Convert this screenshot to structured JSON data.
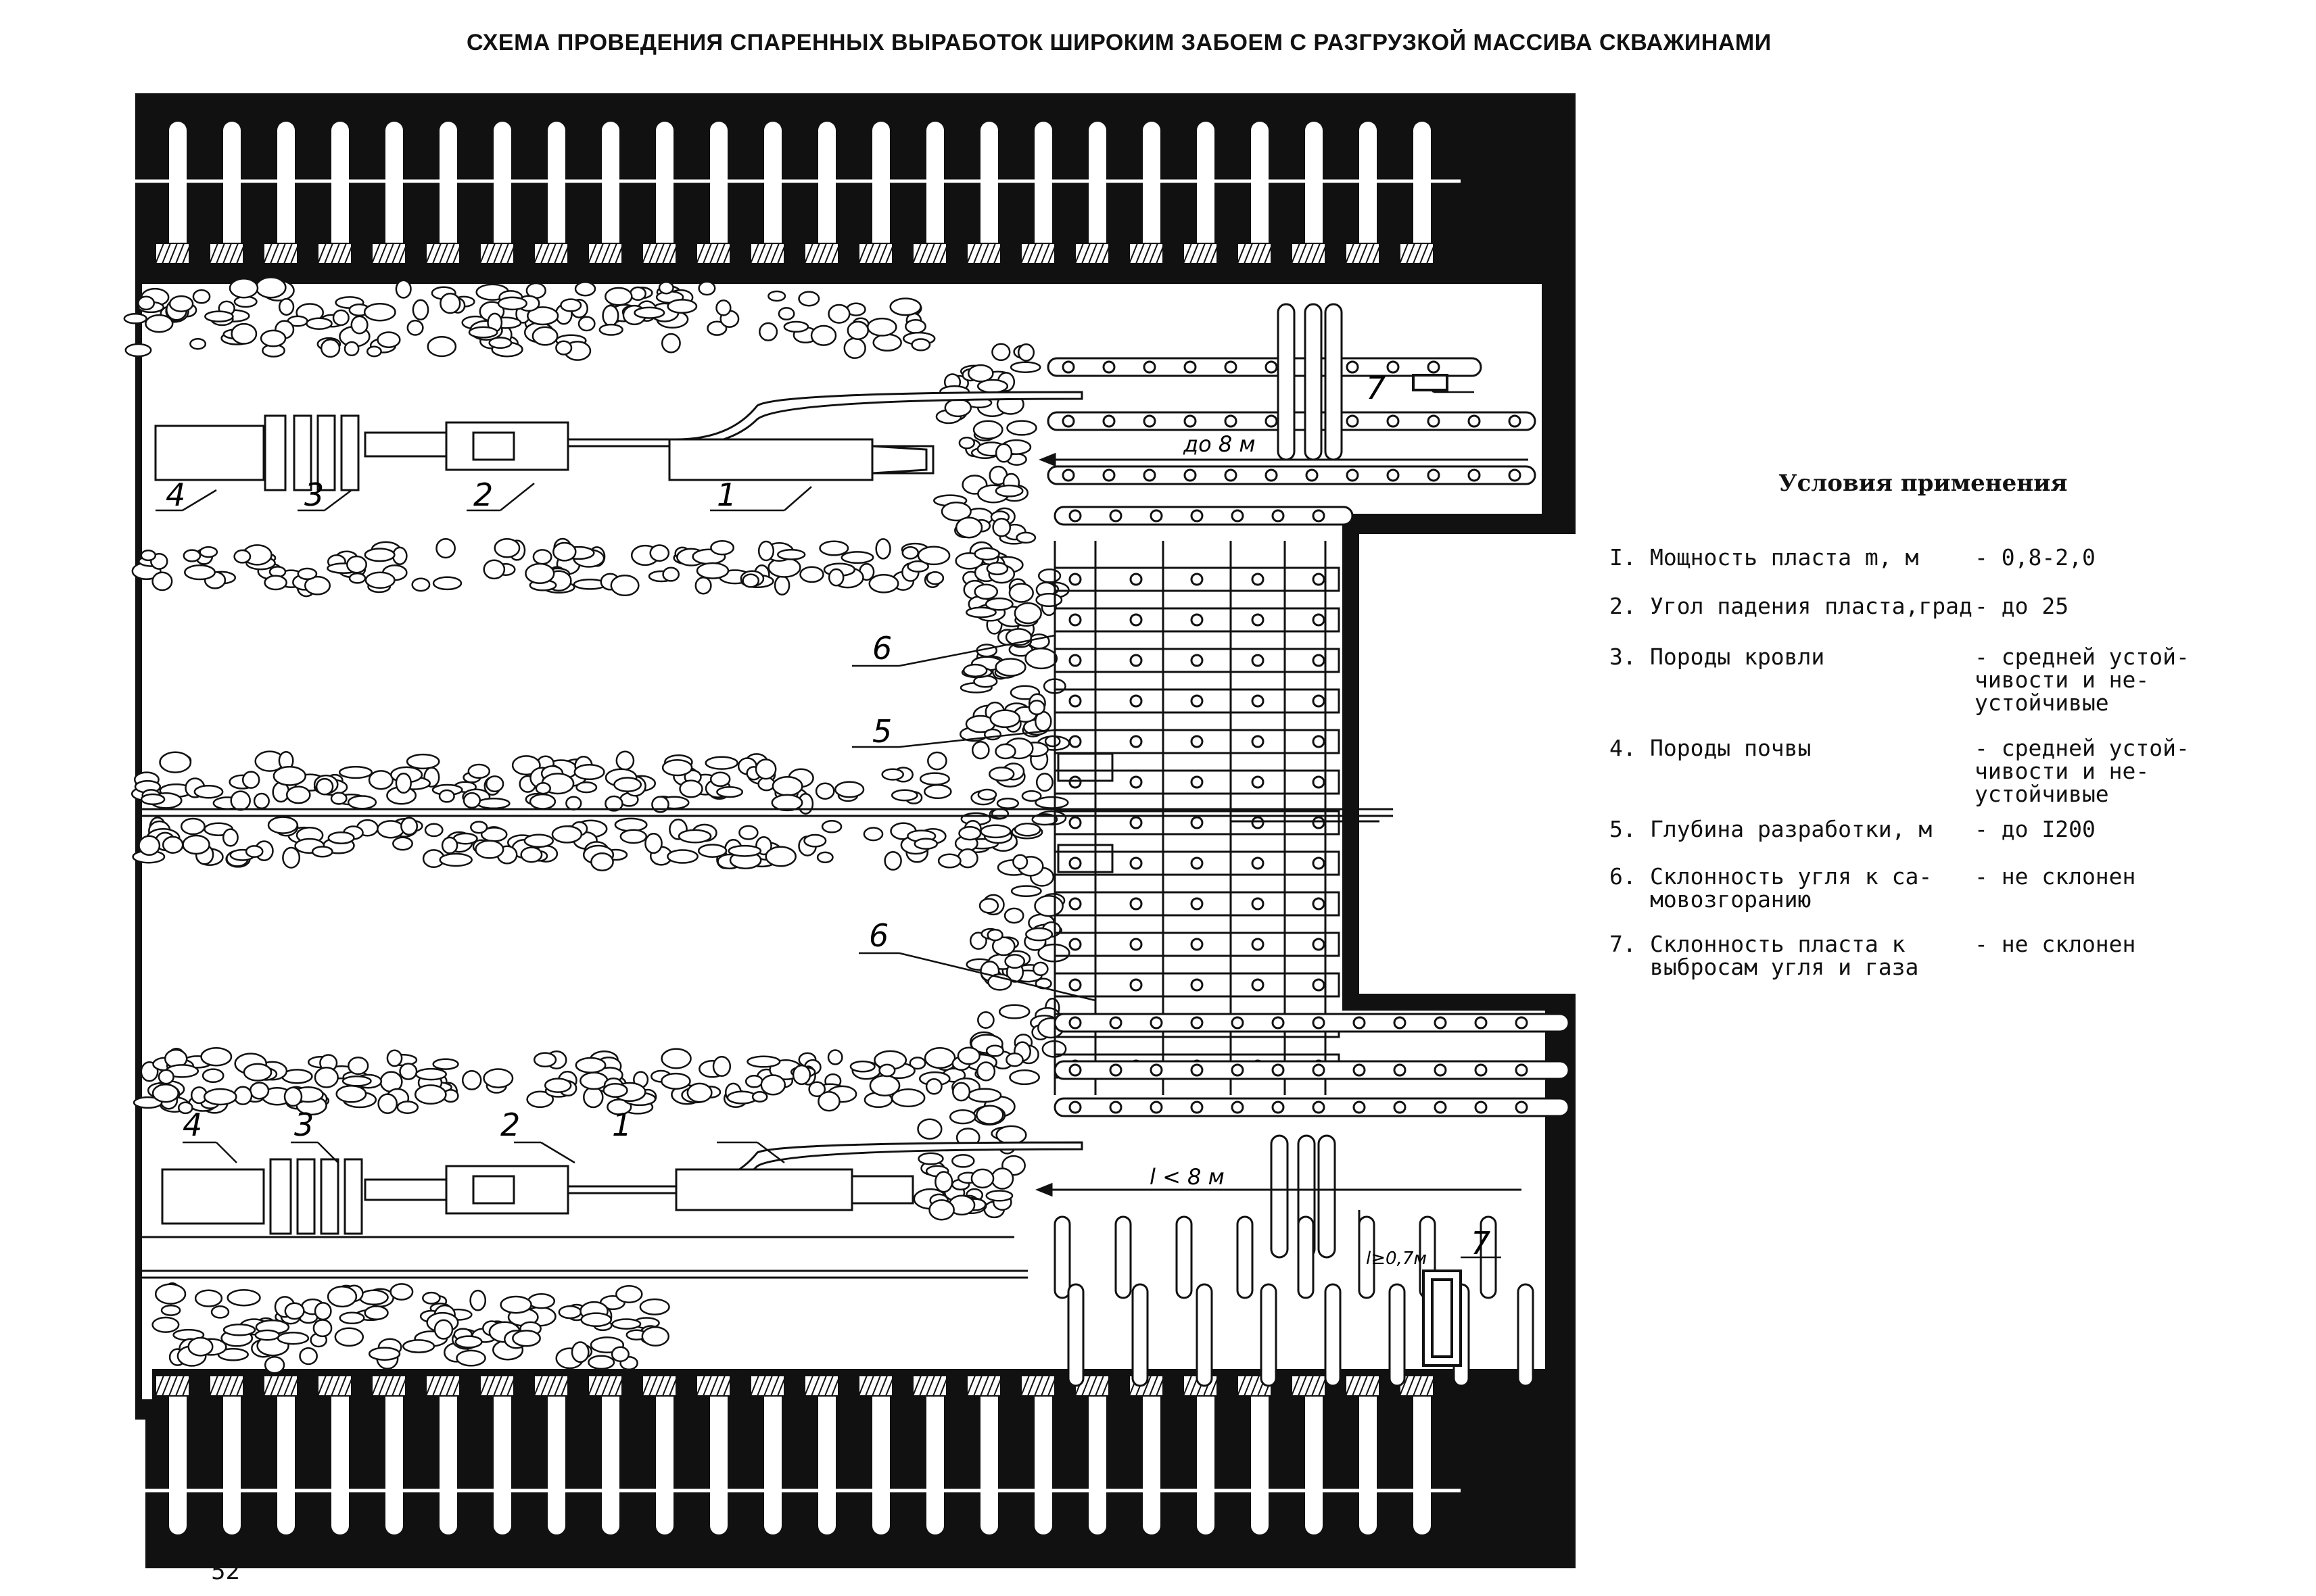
{
  "title": "СХЕМА ПРОВЕДЕНИЯ СПАРЕННЫХ ВЫРАБОТОК ШИРОКИМ ЗАБОЕМ С РАЗГРУЗКОЙ МАССИВА СКВАЖИНАМИ",
  "page_number": "52",
  "conditions": {
    "title": "Условия применения",
    "items": [
      {
        "num": "I.",
        "label": "Мощность пласта m, м",
        "value": "- 0,8-2,0"
      },
      {
        "num": "2.",
        "label": "Угол падения пласта,град",
        "value": "- до 25"
      },
      {
        "num": "3.",
        "label": "Породы кровли",
        "value": "- средней устой-\n  чивости и не-\n  устойчивые"
      },
      {
        "num": "4.",
        "label": "Породы почвы",
        "value": "- средней устой-\n  чивости и не-\n  устойчивые"
      },
      {
        "num": "5.",
        "label": "Глубина разработки, м",
        "value": "- до I200"
      },
      {
        "num": "6.",
        "label": "Склонность угля к са-\nмовозгоранию",
        "value": "- не склонен"
      },
      {
        "num": "7.",
        "label": "Склонность пласта к\nвыбросам угля и газа",
        "value": "- не склонен"
      }
    ]
  },
  "diagram_labels": {
    "dim_top": "до 8 м",
    "dim_bottom": "l < 8 м",
    "dim_side": "l≥0,7м",
    "n1": "1",
    "n2": "2",
    "n3": "3",
    "n4": "4",
    "n5": "5",
    "n6": "6",
    "n7": "7"
  }
}
